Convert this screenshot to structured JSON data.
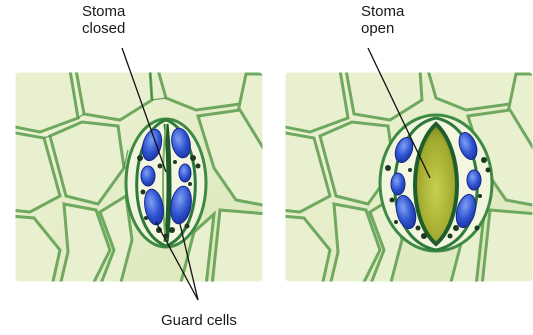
{
  "labels": {
    "closed_line1": "Stoma",
    "closed_line2": "closed",
    "open_line1": "Stoma",
    "open_line2": "open",
    "guard": "Guard cells"
  },
  "colors": {
    "cell_fill": "#e7efc9",
    "cell_wall": "#6fa85f",
    "cell_wall_dark": "#2f7a3a",
    "guard_fill": "#f1f4dc",
    "chloroplast": "#2b4fc9",
    "chloroplast_light": "#6a8ff0",
    "pore_open": "#a9b232",
    "dots": "#1e3a22"
  },
  "panels": [
    {
      "name": "stoma-closed",
      "state": "closed"
    },
    {
      "name": "stoma-open",
      "state": "open"
    }
  ]
}
